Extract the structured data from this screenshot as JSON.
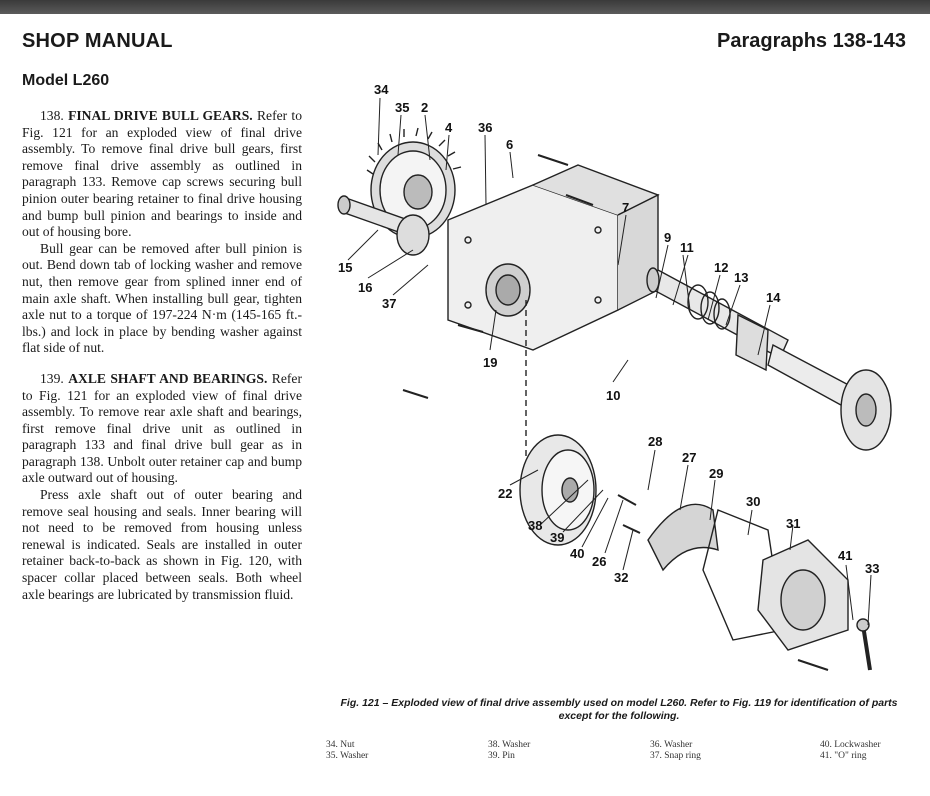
{
  "header": {
    "left": "SHOP MANUAL",
    "right": "Paragraphs 138-143"
  },
  "model": "Model L260",
  "sections": [
    {
      "number": "138.",
      "heading": "FINAL DRIVE BULL GEARS.",
      "paragraphs": [
        "Refer to Fig. 121 for an exploded view of final drive assembly. To remove final drive bull gears, first remove final drive assembly as outlined in paragraph 133. Remove cap screws securing bull pinion outer bearing retainer to final drive housing and bump bull pinion and bearings to inside and out of housing bore.",
        "Bull gear can be removed after bull pinion is out. Bend down tab of locking washer and remove nut, then remove gear from splined inner end of main axle shaft. When installing bull gear, tighten axle nut to a torque of 197-224 N·m (145-165 ft.-lbs.) and lock in place by bending washer against flat side of nut."
      ]
    },
    {
      "number": "139.",
      "heading": "AXLE SHAFT AND BEARINGS.",
      "paragraphs": [
        "Refer to Fig. 121 for an exploded view of final drive assembly. To remove rear axle shaft and bearings, first remove final drive unit as outlined in paragraph 133 and final drive bull gear as in paragraph 138. Unbolt outer retainer cap and bump axle outward out of housing.",
        "Press axle shaft out of outer bearing and remove seal housing and seals. Inner bearing will not need to be removed from housing unless renewal is indicated. Seals are installed in outer retainer back-to-back as shown in Fig. 120, with spacer collar placed between seals. Both wheel axle bearings are lubricated by transmission fluid."
      ]
    }
  ],
  "figure": {
    "caption": "Fig. 121 – Exploded view of final drive assembly used on model L260. Refer to Fig. 119 for identification of parts except for the following.",
    "callouts": [
      "34",
      "35",
      "2",
      "4",
      "36",
      "6",
      "7",
      "9",
      "11",
      "12",
      "13",
      "14",
      "15",
      "16",
      "37",
      "19",
      "10",
      "28",
      "27",
      "29",
      "22",
      "38",
      "39",
      "40",
      "26",
      "32",
      "30",
      "31",
      "41",
      "33"
    ],
    "legend": [
      [
        "34. Nut",
        "35. Washer"
      ],
      [
        "38. Washer",
        "39. Pin"
      ],
      [
        "36. Washer",
        "37. Snap ring"
      ],
      [
        "40. Lockwasher",
        "41. \"O\" ring"
      ]
    ]
  }
}
